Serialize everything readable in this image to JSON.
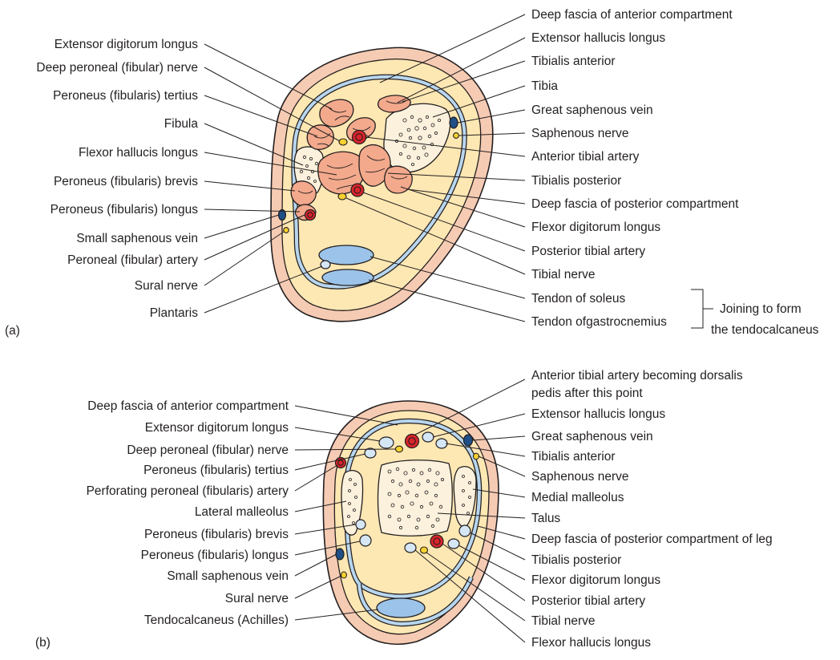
{
  "panel_a": {
    "tag": "(a)",
    "right_labels": [
      "Deep fascia of anterior compartment",
      "Extensor hallucis longus",
      "Tibialis anterior",
      "Tibia",
      "Great saphenous vein",
      "Saphenous nerve",
      "Anterior tibial artery",
      "Tibialis posterior",
      "Deep fascia of posterior compartment",
      "Flexor digitorum longus",
      "Posterior tibial artery",
      "Tibial nerve",
      "Tendon of soleus",
      "Tendon ofgastrocnemius"
    ],
    "left_labels": [
      "Extensor digitorum longus",
      "Deep peroneal (fibular) nerve",
      "Peroneus (fibularis)  tertius",
      "Fibula",
      "Flexor hallucis longus",
      "Peroneus (fibularis) brevis",
      "Peroneus (fibularis) longus",
      "Small saphenous vein",
      "Peroneal (fibular)  artery",
      "Sural nerve",
      "Plantaris"
    ],
    "bracket_note": [
      "Joining to form",
      "the tendocalcaneus"
    ]
  },
  "panel_b": {
    "tag": "(b)",
    "right_labels": [
      "Anterior tibial artery becoming dorsalis",
      "pedis after this point",
      "Extensor hallucis longus",
      "Great saphenous vein",
      "Tibialis anterior",
      "Saphenous nerve",
      "Medial malleolus",
      "Talus",
      "Deep fascia of posterior compartment of leg",
      "Tibialis posterior",
      "Flexor digitorum longus",
      "Posterior tibial artery",
      "Tibial nerve",
      "Flexor hallucis longus"
    ],
    "left_labels": [
      "Deep fascia of anterior compartment",
      "Extensor digitorum longus",
      "Deep peroneal (fibular) nerve",
      "Peroneus (fibularis) tertius",
      "Perforating peroneal (fibularis) artery",
      "Lateral malleolus",
      "Peroneus (fibularis) brevis",
      "Peroneus (fibularis) longus",
      "Small saphenous vein",
      "Sural nerve",
      "Tendocalcaneus (Achilles)"
    ]
  },
  "colors": {
    "skin": "#f6cbb3",
    "subcutaneous": "#fde7b3",
    "fascia": "#b8d6ee",
    "muscle": "#f3a98c",
    "artery": "#d8242b",
    "vein": "#1f4f86",
    "nerve": "#f8d22f",
    "tendon": "#9cc4ea",
    "bone": "#fbf1dc"
  }
}
